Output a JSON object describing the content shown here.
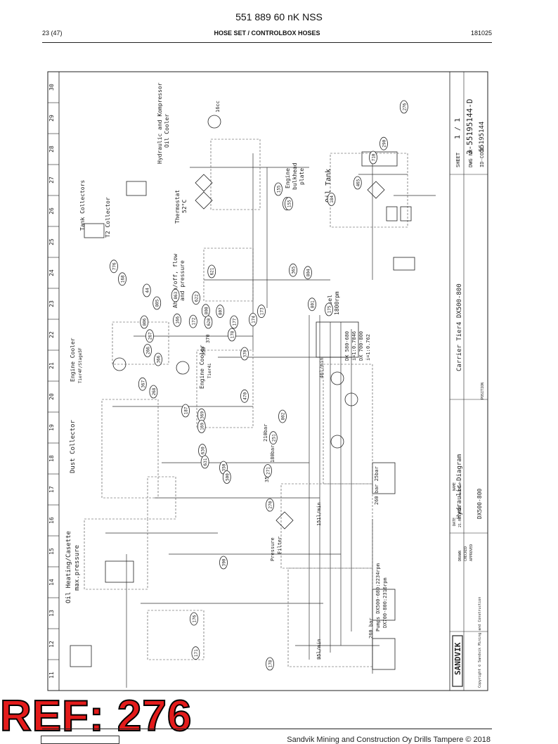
{
  "header": {
    "doc_number": "551 889 60 nK NSS",
    "page": "23 (47)",
    "title": "HOSE SET / CONTROLBOX HOSES",
    "code": "181025"
  },
  "drawing": {
    "columns": [
      "11",
      "12",
      "13",
      "14",
      "15",
      "16",
      "17",
      "18",
      "19",
      "20",
      "21",
      "22",
      "23",
      "24",
      "25",
      "26",
      "27",
      "28",
      "29",
      "30"
    ],
    "labels": {
      "oil_heating": "Oil Heating/Casette",
      "max_pressure": "max.pressure",
      "dust_collector": "Dust Collector",
      "engine_cooler_1": "Engine Cooler",
      "engine_cooler_1b": "Tier4F/Stage5F",
      "engine_cooler_2": "Engine Cooler",
      "engine_cooler_2b": "Tier4i",
      "tank_collectors": "Tank Collectors",
      "t2_collector": "T2 Collector",
      "hyd_comp_1": "Hydraulic and Kompressor",
      "hyd_comp_2": "Oil Cooler",
      "thermostat": "Thermostat",
      "thermostat_temp": "52°C",
      "ahn": "Ahn on/off, flow",
      "ahn2": "and pressure",
      "engine_bulkhead": "Engine",
      "bulkhead2": "bulkhead",
      "bulkhead3": "plate",
      "oil_tank": "Oil Tank",
      "diesel": "Diesel",
      "rpm": "1800rpm",
      "dx800_680": "DX 580-680",
      "ratio1": "i=1:0.7846",
      "dx700_800": "DX 700-800",
      "ratio2": "i=1:0.762",
      "pump": "Pumps DX500-680:2234rpm",
      "pump2": "DX700-800:2316rpm",
      "pressure_filter": "Pressure",
      "filter2": "Filter",
      "flow1": "151l/min",
      "flow2": "95l/min",
      "flow3": "46l/min",
      "bar1": "260 bar",
      "bar2": "260 bar 25bar",
      "bar3": "210bar",
      "bar4": "180bar",
      "deg": "16cc",
      "cc2": "350",
      "cc3": "370",
      "cc4": "354"
    },
    "callouts": [
      "276",
      "290",
      "710",
      "465",
      "184",
      "155",
      "364",
      "155",
      "804",
      "365",
      "801",
      "175",
      "173",
      "174",
      "178",
      "177",
      "807",
      "863",
      "808",
      "370",
      "470",
      "802",
      "251",
      "271",
      "270",
      "390",
      "176",
      "171",
      "178",
      "166",
      "172",
      "620",
      "621",
      "622",
      "776",
      "168",
      "44",
      "805",
      "806",
      "267",
      "266",
      "366",
      "367",
      "268",
      "187",
      "369",
      "169",
      "630",
      "631",
      "350",
      "500"
    ],
    "title_block": {
      "company": "SANDVIK",
      "copyright": "Copyright © Sandvik Mining and Construction",
      "carrier": "Carrier Tier4 DX500-800",
      "diagram": "Hydraulic Diagram",
      "model": "DX500-800",
      "sheet": "1 / 1",
      "sheet_label": "SHEET",
      "dwg_label": "DWG NR",
      "dwg_no": "3-55195144-D",
      "ucode_label": "ID-CODE",
      "ucode": "55195144",
      "position_label": "POSITION",
      "date_label": "DATE",
      "name_label": "NAME",
      "drawn_label": "DRAWN",
      "checked_label": "CHECKED",
      "approved_label": "APPROVED",
      "drawn_date": "21.09.2016",
      "drawn_name": "saiDJah"
    }
  },
  "ref_stamp": "REF: 276",
  "footer": {
    "text": "Sandvik Mining and Construction Oy Drills Tampere © 2018"
  }
}
